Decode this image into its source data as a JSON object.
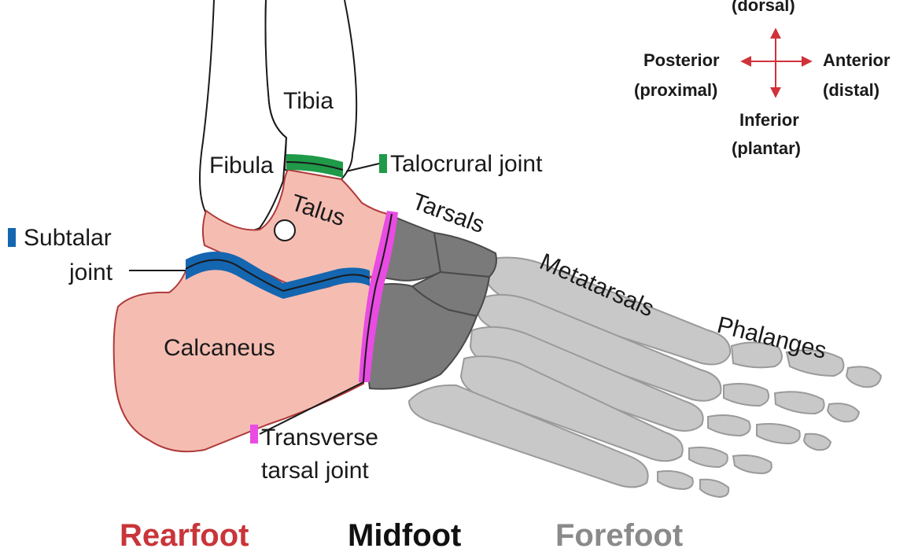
{
  "directions": {
    "superior": "(dorsal)",
    "posterior": "Posterior",
    "posterior_sub": "(proximal)",
    "anterior": "Anterior",
    "anterior_sub": "(distal)",
    "inferior": "Inferior",
    "inferior_sub": "(plantar)"
  },
  "bones": {
    "tibia": "Tibia",
    "fibula": "Fibula",
    "talus": "Talus",
    "calcaneus": "Calcaneus",
    "tarsals": "Tarsals",
    "metatarsals": "Metatarsals",
    "phalanges": "Phalanges"
  },
  "joints": {
    "talocrural": "Talocrural joint",
    "subtalar_1": "Subtalar",
    "subtalar_2": "joint",
    "transverse_1": "Transverse",
    "transverse_2": "tarsal joint"
  },
  "regions": {
    "rearfoot": "Rearfoot",
    "midfoot": "Midfoot",
    "forefoot": "Forefoot"
  },
  "colors": {
    "rearfoot_fill": "#f5bdb2",
    "rearfoot_text": "#c8353a",
    "midfoot_fill": "#7a7a7a",
    "midfoot_text": "#111111",
    "forefoot_fill": "#c8c8c8",
    "forefoot_text": "#8a8a8a",
    "talocrural": "#1f9a48",
    "subtalar": "#1466b0",
    "transverse": "#e94be3",
    "arrow": "#d1323a"
  }
}
